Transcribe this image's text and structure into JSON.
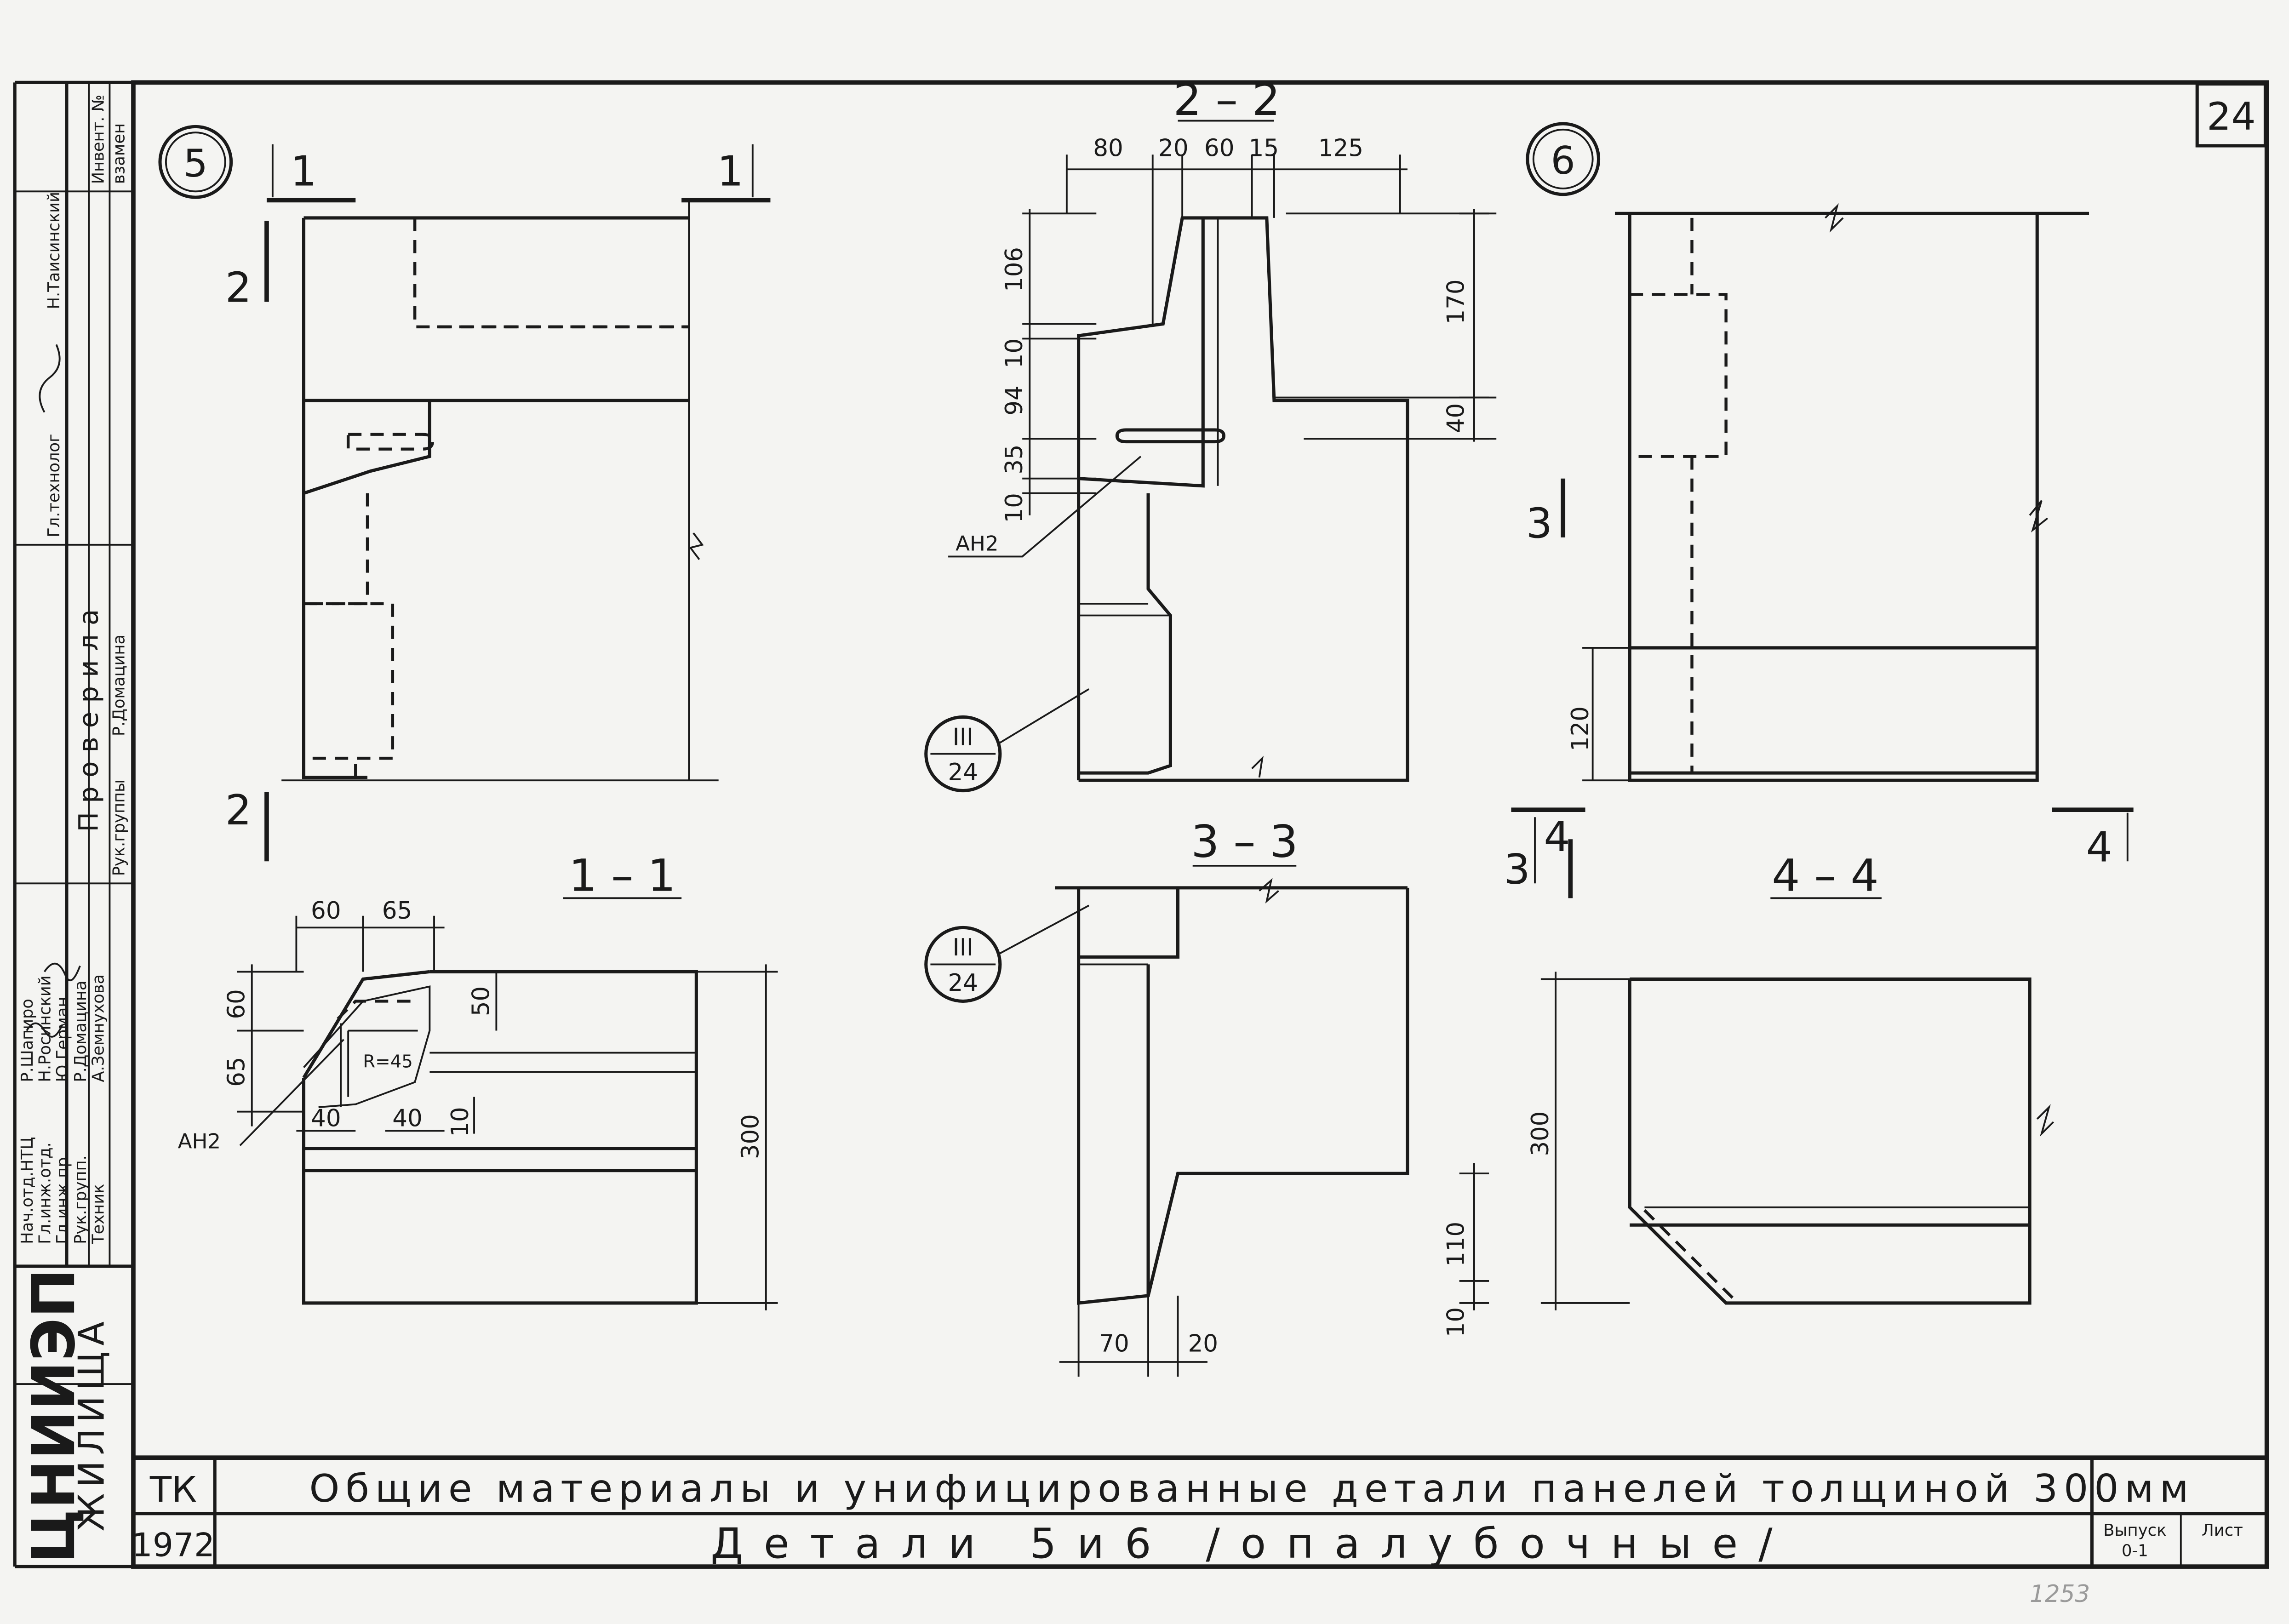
{
  "sheet": {
    "sheet_number": "24",
    "project_code": "ТК",
    "year": "1972",
    "title": "Общие материалы и унифицированные детали панелей толщиной 300мм",
    "subtitle": "Детали 5и6 /опалубочные/",
    "org_logo": "ЦНИИЭП",
    "org_name": "ЖИЛИЩА",
    "vypusk_label": "Выпуск",
    "vypusk_value": "0-1",
    "list_label": "Лист",
    "bottom_number": "1253"
  },
  "stamp": {
    "roles": [
      "Нач.отд.НТЦ",
      "Гл.инж.отд.",
      "Гл.инж.пр.",
      "Рук.групп.",
      "Техник"
    ],
    "names": [
      "Р.Шапиро",
      "Н.Росинский",
      "Ю.Герман",
      "Р.Домацина",
      "А.Земнухова"
    ],
    "checked_label": "Проверила",
    "checker_role": "Рук.группы",
    "checker_name": "Р.Домацина",
    "tech_role": "Гл.технолог",
    "tech_name": "Н.Таисинский",
    "inv_label": "Инвент. №",
    "vzamen_label": "взамен"
  },
  "details": {
    "d5": "5",
    "d6": "6"
  },
  "sections": {
    "s11": "1 – 1",
    "s22": "2 – 2",
    "s33": "3 – 3",
    "s44": "4 – 4",
    "mark1": "1",
    "mark2": "2",
    "mark3": "3",
    "mark4": "4"
  },
  "callouts": {
    "an2": "АН2",
    "ref_top": "III",
    "ref_bottom": "24",
    "radius": "R=45"
  },
  "dims": {
    "s22_top": [
      "80",
      "20",
      "60",
      "15",
      "125"
    ],
    "s22_left": [
      "106",
      "10",
      "94",
      "35",
      "10"
    ],
    "s22_right": [
      "170",
      "40"
    ],
    "s11_top": [
      "60",
      "65"
    ],
    "s11_left": [
      "60",
      "65"
    ],
    "s11_inner": [
      "50",
      "40",
      "40",
      "10"
    ],
    "s11_right": "300",
    "s33_right": [
      "110",
      "10"
    ],
    "s33_bottom": [
      "70",
      "20"
    ],
    "s6_left": "120",
    "s44_left": "300"
  }
}
